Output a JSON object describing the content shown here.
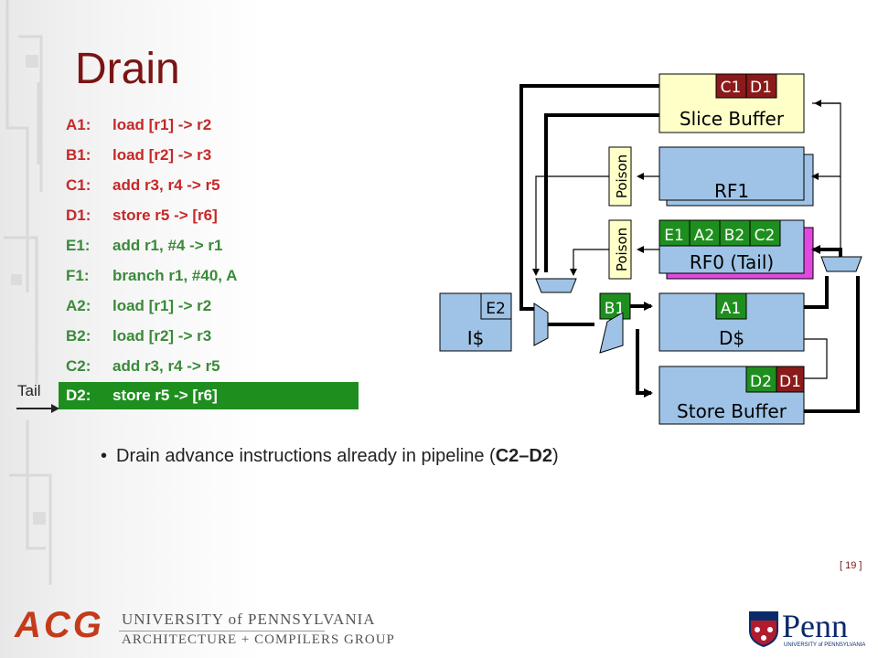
{
  "slide": {
    "title": "Drain",
    "code": [
      {
        "label": "A1:",
        "instr": "load [r1] -> r2"
      },
      {
        "label": "B1:",
        "instr": "load [r2] -> r3"
      },
      {
        "label": "C1:",
        "instr": "add r3, r4 -> r5"
      },
      {
        "label": "D1:",
        "instr": "store r5 -> [r6]"
      },
      {
        "label": "E1:",
        "instr": "add r1, #4 -> r1"
      },
      {
        "label": "F1:",
        "instr": "branch r1, #40, A"
      },
      {
        "label": "A2:",
        "instr": "load [r1] -> r2"
      },
      {
        "label": "B2:",
        "instr": "load [r2] -> r3"
      },
      {
        "label": "C2:",
        "instr": "add r3, r4 -> r5"
      },
      {
        "label": "D2:",
        "instr": "store r5 -> [r6]"
      }
    ],
    "tail_label": "Tail",
    "bullet": {
      "pre": "Drain advance instructions already in pipeline (",
      "bold": "C2–D2",
      "post": ")"
    },
    "slide_number": "[ 19 ]"
  },
  "diagram": {
    "slice_buffer": {
      "label": "Slice Buffer",
      "entries": [
        "C1",
        "D1"
      ]
    },
    "rf1": {
      "label": "RF1"
    },
    "rf0": {
      "label": "RF0 (Tail)",
      "entries": [
        "E1",
        "A2",
        "B2",
        "C2"
      ]
    },
    "poison_top": "Poison",
    "poison_bottom": "Poison",
    "icache": {
      "label": "I$",
      "entry": "E2"
    },
    "pipeline_tag": "B1",
    "dcache": {
      "label": "D$",
      "entry": "A1"
    },
    "store_buffer": {
      "label": "Store Buffer",
      "entries": [
        "D2",
        "D1"
      ]
    },
    "colors": {
      "yellow": "#ffffc8",
      "blue": "#9ec3e6",
      "magenta": "#e048e0",
      "darkred": "#8b1a1a",
      "green": "#1e8f1e"
    }
  },
  "footer": {
    "acg": "ACG",
    "univ_line1": "UNIVERSITY of PENNSYLVANIA",
    "univ_line2": "ARCHITECTURE + COMPILERS GROUP",
    "penn": "Penn",
    "penn_sub": "UNIVERSITY of PENNSYLVANIA"
  }
}
